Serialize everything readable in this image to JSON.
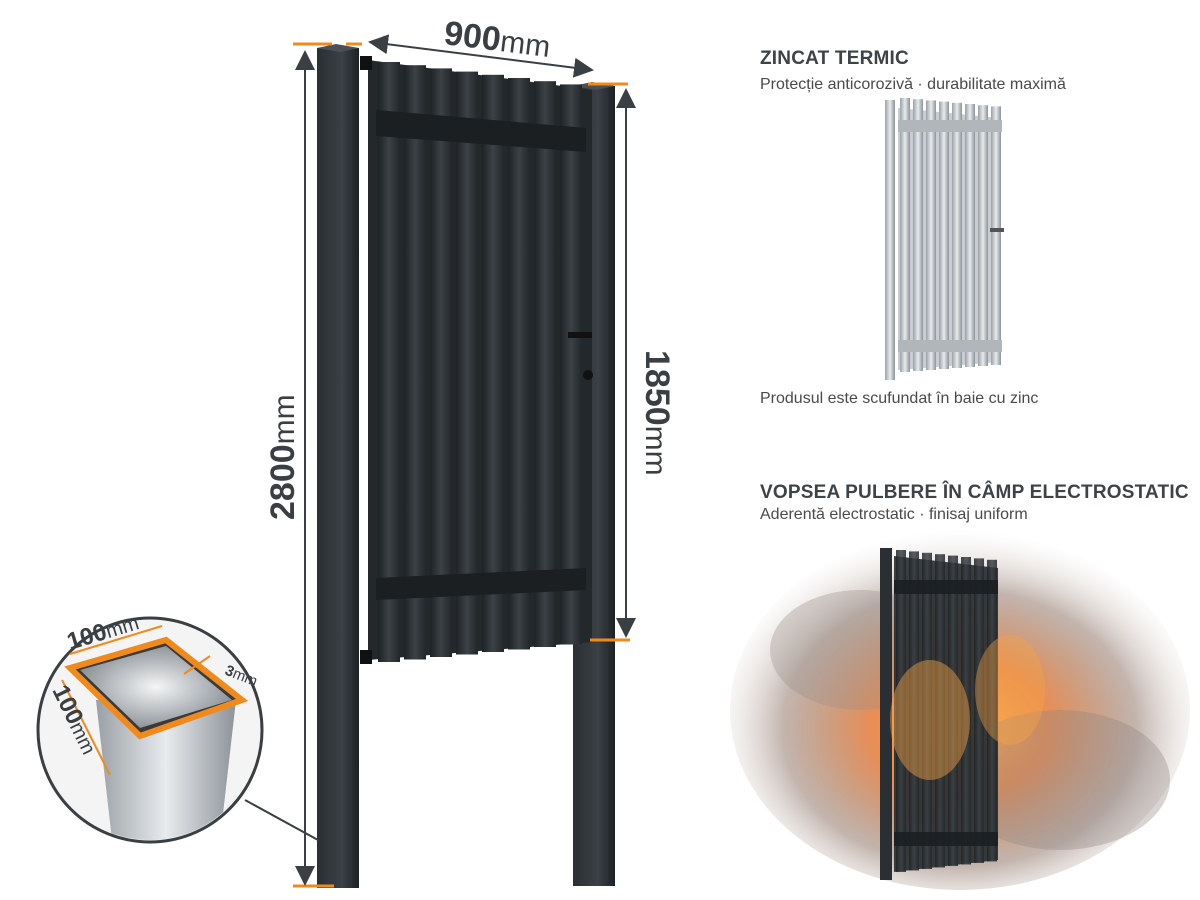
{
  "dimensions": {
    "width": {
      "value": "900",
      "unit": "mm"
    },
    "height_gate": {
      "value": "1850",
      "unit": "mm"
    },
    "height_post": {
      "value": "2800",
      "unit": "mm"
    }
  },
  "profile_inset": {
    "side_a": {
      "value": "100",
      "unit": "mm"
    },
    "side_b": {
      "value": "100",
      "unit": "mm"
    },
    "thickness": {
      "value": "3",
      "unit": "mm"
    }
  },
  "galvanized": {
    "title": "ZINCAT TERMIC",
    "subtitle": "Protecție anticorozivă · durabilitate maximă",
    "caption": "Produsul este scufundat în baie cu zinc"
  },
  "powder_coat": {
    "title": "VOPSEA PULBERE ÎN CÂMP ELECTROSTATIC",
    "subtitle": "Aderentă electrostatic · finisaj uniform"
  },
  "colors": {
    "accent": "#f08a1c",
    "metal_dark": "#2c3135",
    "dim_text": "#3a3f44"
  }
}
